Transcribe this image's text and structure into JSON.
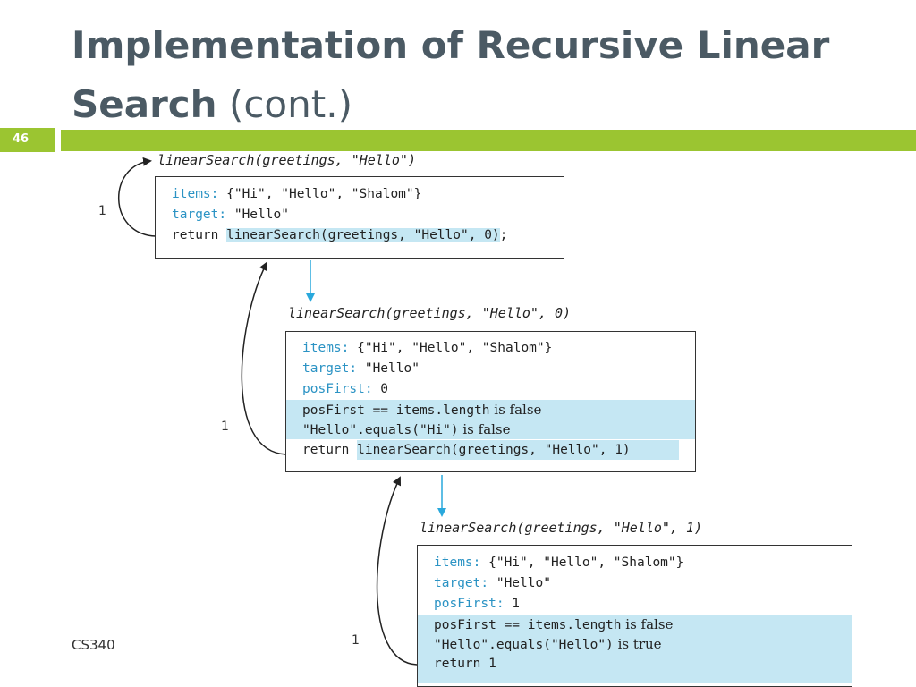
{
  "slide": {
    "title_bold_1": "Implementation of Recursive Linear",
    "title_bold_2": "Search",
    "title_normal": "(cont.)",
    "number": "46",
    "footer": "CS340"
  },
  "calls": [
    {
      "label": "linearSearch(greetings, \"Hello\")",
      "step": "1",
      "lines": [
        {
          "key": "items:",
          "rest": " {\"Hi\", \"Hello\", \"Shalom\"}"
        },
        {
          "key": "target:",
          "rest": " \"Hello\""
        },
        {
          "plain": "return ",
          "call": "linearSearch(greetings, \"Hello\", 0)",
          "tail": ";"
        }
      ]
    },
    {
      "label": "linearSearch(greetings, \"Hello\", 0)",
      "step": "1",
      "lines": [
        {
          "key": "items:",
          "rest": " {\"Hi\", \"Hello\", \"Shalom\"}"
        },
        {
          "key": "target:",
          "rest": " \"Hello\""
        },
        {
          "key": "posFirst:",
          "rest": " 0"
        },
        {
          "code": "posFirst == items.length",
          "text": " is false"
        },
        {
          "code": "\"Hello\".equals(\"Hi\")",
          "text": " is false"
        },
        {
          "plain": "return ",
          "call": "linearSearch(greetings, \"Hello\", 1)"
        }
      ]
    },
    {
      "label": "linearSearch(greetings, \"Hello\", 1)",
      "step": "1",
      "lines": [
        {
          "key": "items:",
          "rest": " {\"Hi\", \"Hello\", \"Shalom\"}"
        },
        {
          "key": "target:",
          "rest": " \"Hello\""
        },
        {
          "key": "posFirst:",
          "rest": " 1"
        },
        {
          "code": "posFirst == items.length",
          "text": " is false"
        },
        {
          "code": "\"Hello\".equals(\"Hello\")",
          "text": " is true"
        },
        {
          "return": "return 1"
        }
      ]
    }
  ]
}
